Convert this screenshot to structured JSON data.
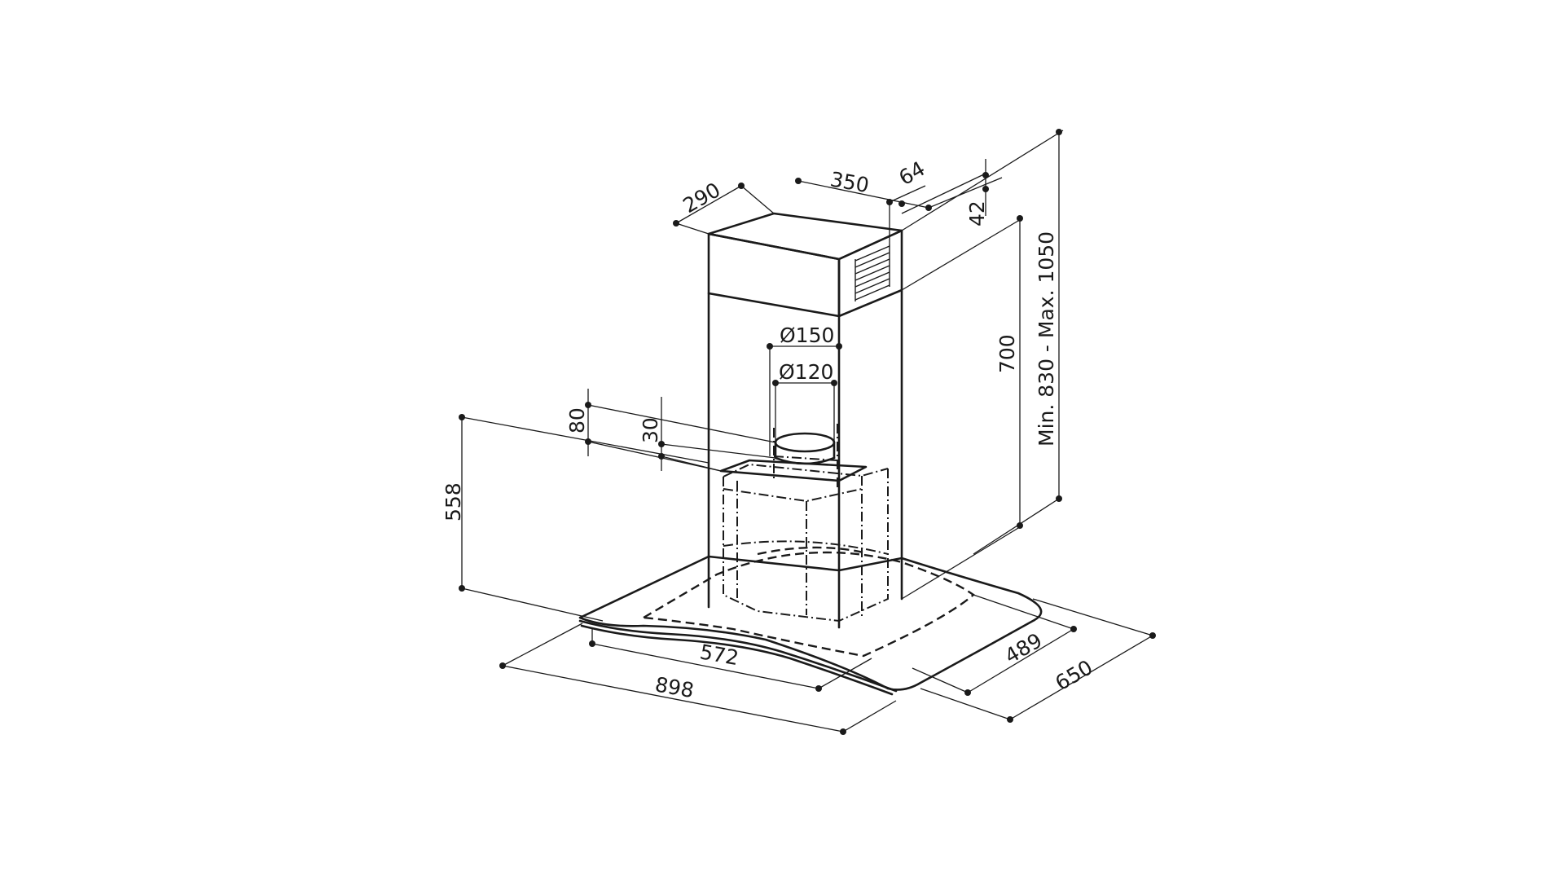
{
  "diagram": {
    "dimensions": {
      "chimney_depth": "290",
      "chimney_width": "350",
      "vent_offset": "64",
      "top_offset": "42",
      "chimney_height": "700",
      "total_height": "Min. 830 - Max. 1050",
      "duct_outer": "Ø150",
      "duct_inner": "Ø120",
      "collar_height": "80",
      "collar_offset": "30",
      "hood_height": "558",
      "glass_inner_width": "572",
      "canopy_width": "898",
      "glass_inner_depth": "489",
      "canopy_depth": "650"
    }
  }
}
